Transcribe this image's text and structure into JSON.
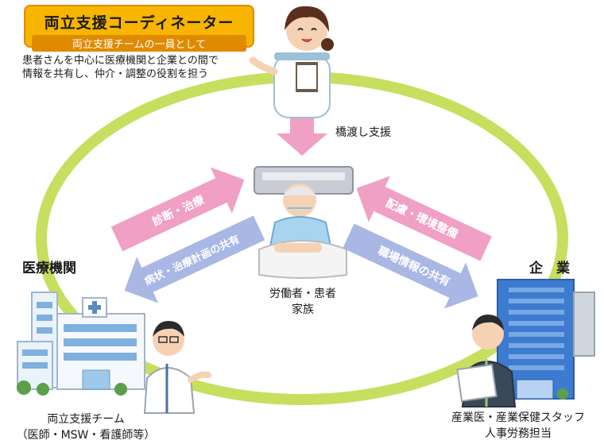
{
  "coordinator": {
    "title": "両立支援コーディネーター",
    "subtitle": "両立支援チームの一員として",
    "desc_line1": "患者さんを中心に医療機関と企業との間で",
    "desc_line2": "情報を共有し、仲介・調整の役割を担う"
  },
  "bridge_label": "橋渡し支援",
  "patient": {
    "line1": "労働者・患者",
    "line2": "家族"
  },
  "medical": {
    "heading": "医療機関",
    "team_line1": "両立支援チーム",
    "team_line2": "（医師・MSW・看護師等）"
  },
  "company": {
    "heading": "企　業",
    "staff_line1": "産業医・産業保健スタッフ",
    "staff_line2": "人事労務担当"
  },
  "arrows": {
    "diagnosis": "診断・治療",
    "condition": "病状・治療計画の共有",
    "consideration": "配慮・環境整備",
    "workplace": "職場情報の共有"
  },
  "colors": {
    "ring": "#c6df5e",
    "pink_arrow": "#f0a0c4",
    "blue_arrow": "#a9b7e4",
    "title_bg": "#f7b500",
    "title_border": "#e08a00"
  }
}
